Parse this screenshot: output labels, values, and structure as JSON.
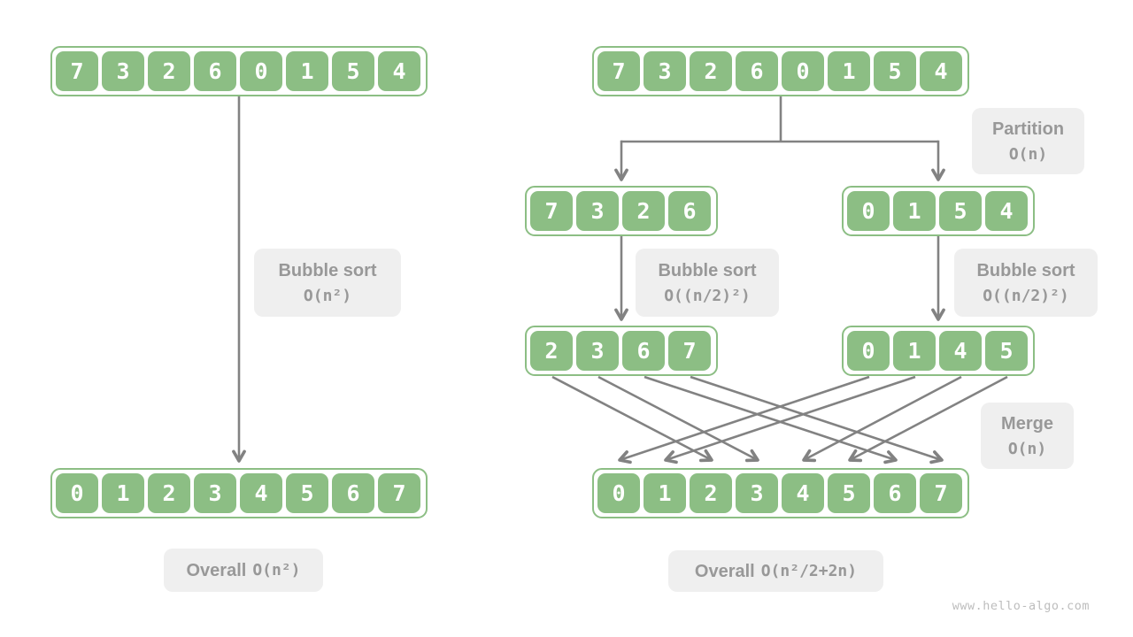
{
  "watermark": "www.hello-algo.com",
  "colors": {
    "cell_green": "#8CBE84",
    "label_bg": "#EFEFEF",
    "label_text": "#989898",
    "arrow": "#828282",
    "watermark_text": "#BDBDBD"
  },
  "left_panel": {
    "input_array": [
      "7",
      "3",
      "2",
      "6",
      "0",
      "1",
      "5",
      "4"
    ],
    "bubble_label": {
      "title": "Bubble sort",
      "complexity": "O(n²)"
    },
    "output_array": [
      "0",
      "1",
      "2",
      "3",
      "4",
      "5",
      "6",
      "7"
    ],
    "overall_label": {
      "title": "Overall",
      "complexity": "O(n²)"
    }
  },
  "right_panel": {
    "input_array": [
      "7",
      "3",
      "2",
      "6",
      "0",
      "1",
      "5",
      "4"
    ],
    "partition_label": {
      "title": "Partition",
      "complexity": "O(n)"
    },
    "left_subarray": [
      "7",
      "3",
      "2",
      "6"
    ],
    "right_subarray": [
      "0",
      "1",
      "5",
      "4"
    ],
    "bubble_label_left": {
      "title": "Bubble sort",
      "complexity": "O((n/2)²)"
    },
    "bubble_label_right": {
      "title": "Bubble sort",
      "complexity": "O((n/2)²)"
    },
    "left_sorted_subarray": [
      "2",
      "3",
      "6",
      "7"
    ],
    "right_sorted_subarray": [
      "0",
      "1",
      "4",
      "5"
    ],
    "merge_label": {
      "title": "Merge",
      "complexity": "O(n)"
    },
    "output_array": [
      "0",
      "1",
      "2",
      "3",
      "4",
      "5",
      "6",
      "7"
    ],
    "overall_label": {
      "title": "Overall",
      "complexity": "O(n²/2+2n)"
    }
  }
}
